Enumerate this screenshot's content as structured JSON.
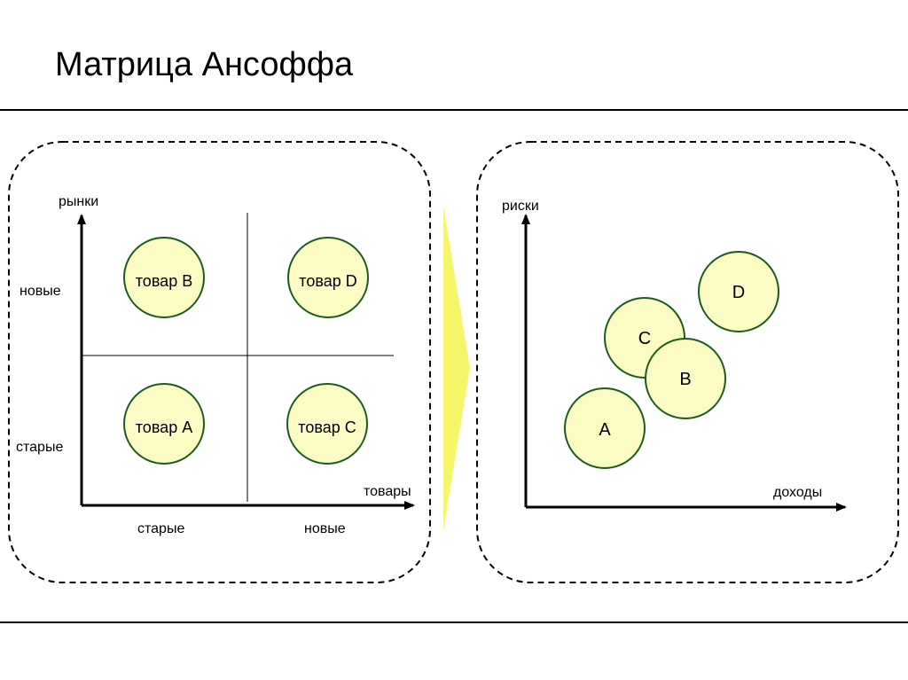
{
  "title": "Матрица Ансоффа",
  "matrix": {
    "y_axis_label": "рынки",
    "x_axis_label": "товары",
    "y_tick_labels": [
      "новые",
      "старые"
    ],
    "x_tick_labels": [
      "старые",
      "новые"
    ],
    "cells": [
      {
        "label": "товар B"
      },
      {
        "label": "товар D"
      },
      {
        "label": "товар A"
      },
      {
        "label": "товар C"
      }
    ]
  },
  "risk_chart": {
    "y_axis_label": "риски",
    "x_axis_label": "доходы",
    "bubbles": [
      {
        "label": "D"
      },
      {
        "label": "C"
      },
      {
        "label": "B"
      },
      {
        "label": "A"
      }
    ]
  },
  "colors": {
    "bubble_fill": "#fbfbc4",
    "bubble_stroke": "#1e5a1e",
    "arrow_fill": "#f6f66a",
    "rule_line": "#000000",
    "dashed_border": "#000000"
  }
}
